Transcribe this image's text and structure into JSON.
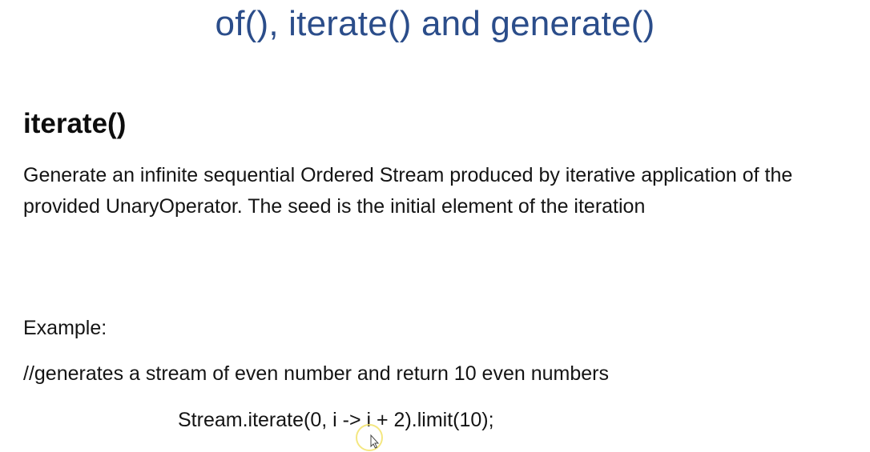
{
  "slide": {
    "title": "of(), iterate() and generate()",
    "heading": "iterate()",
    "description": "Generate an infinite sequential Ordered Stream produced by iterative application of the provided UnaryOperator. The seed is the initial element of the iteration",
    "example_label": "Example:",
    "comment": "//generates a stream of even number and return 10 even numbers",
    "code": "Stream.iterate(0, i -> i + 2).limit(10);"
  },
  "icons": {
    "cursor": "mouse-pointer-icon",
    "cursor_highlight_color": "#f2e36b"
  },
  "colors": {
    "title": "#2b4d8a",
    "text": "#141414",
    "background": "#ffffff"
  }
}
